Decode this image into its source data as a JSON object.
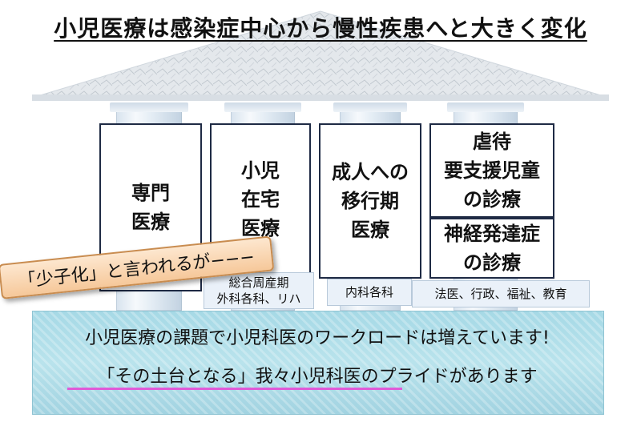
{
  "title": "小児医療は感染症中心から慢性疾患へと大きく変化",
  "pillars": [
    {
      "label": "専門\n医療"
    },
    {
      "label": "小児\n在宅\n医療",
      "sub": "総合周産期\n外科各科、リハ"
    },
    {
      "label": "成人への\n移行期\n医療",
      "sub": "内科各科"
    },
    {
      "label": "虐待\n要支援児童\nの診療"
    },
    {
      "label": "神経発達症\nの診療",
      "sub": "法医、行政、福祉、教育"
    }
  ],
  "banner": "「少子化」と言われるが−−−",
  "base": {
    "line1": "小児医療の課題で小児科医のワークロードは増えています!",
    "line2": "「その土台となる」我々小児科医のプライドがあります"
  },
  "colors": {
    "box_border": "#1e2a44",
    "banner_fill": "#f6c89a",
    "base_fill": "#b9e3ec",
    "underline": "#e05ad8"
  }
}
